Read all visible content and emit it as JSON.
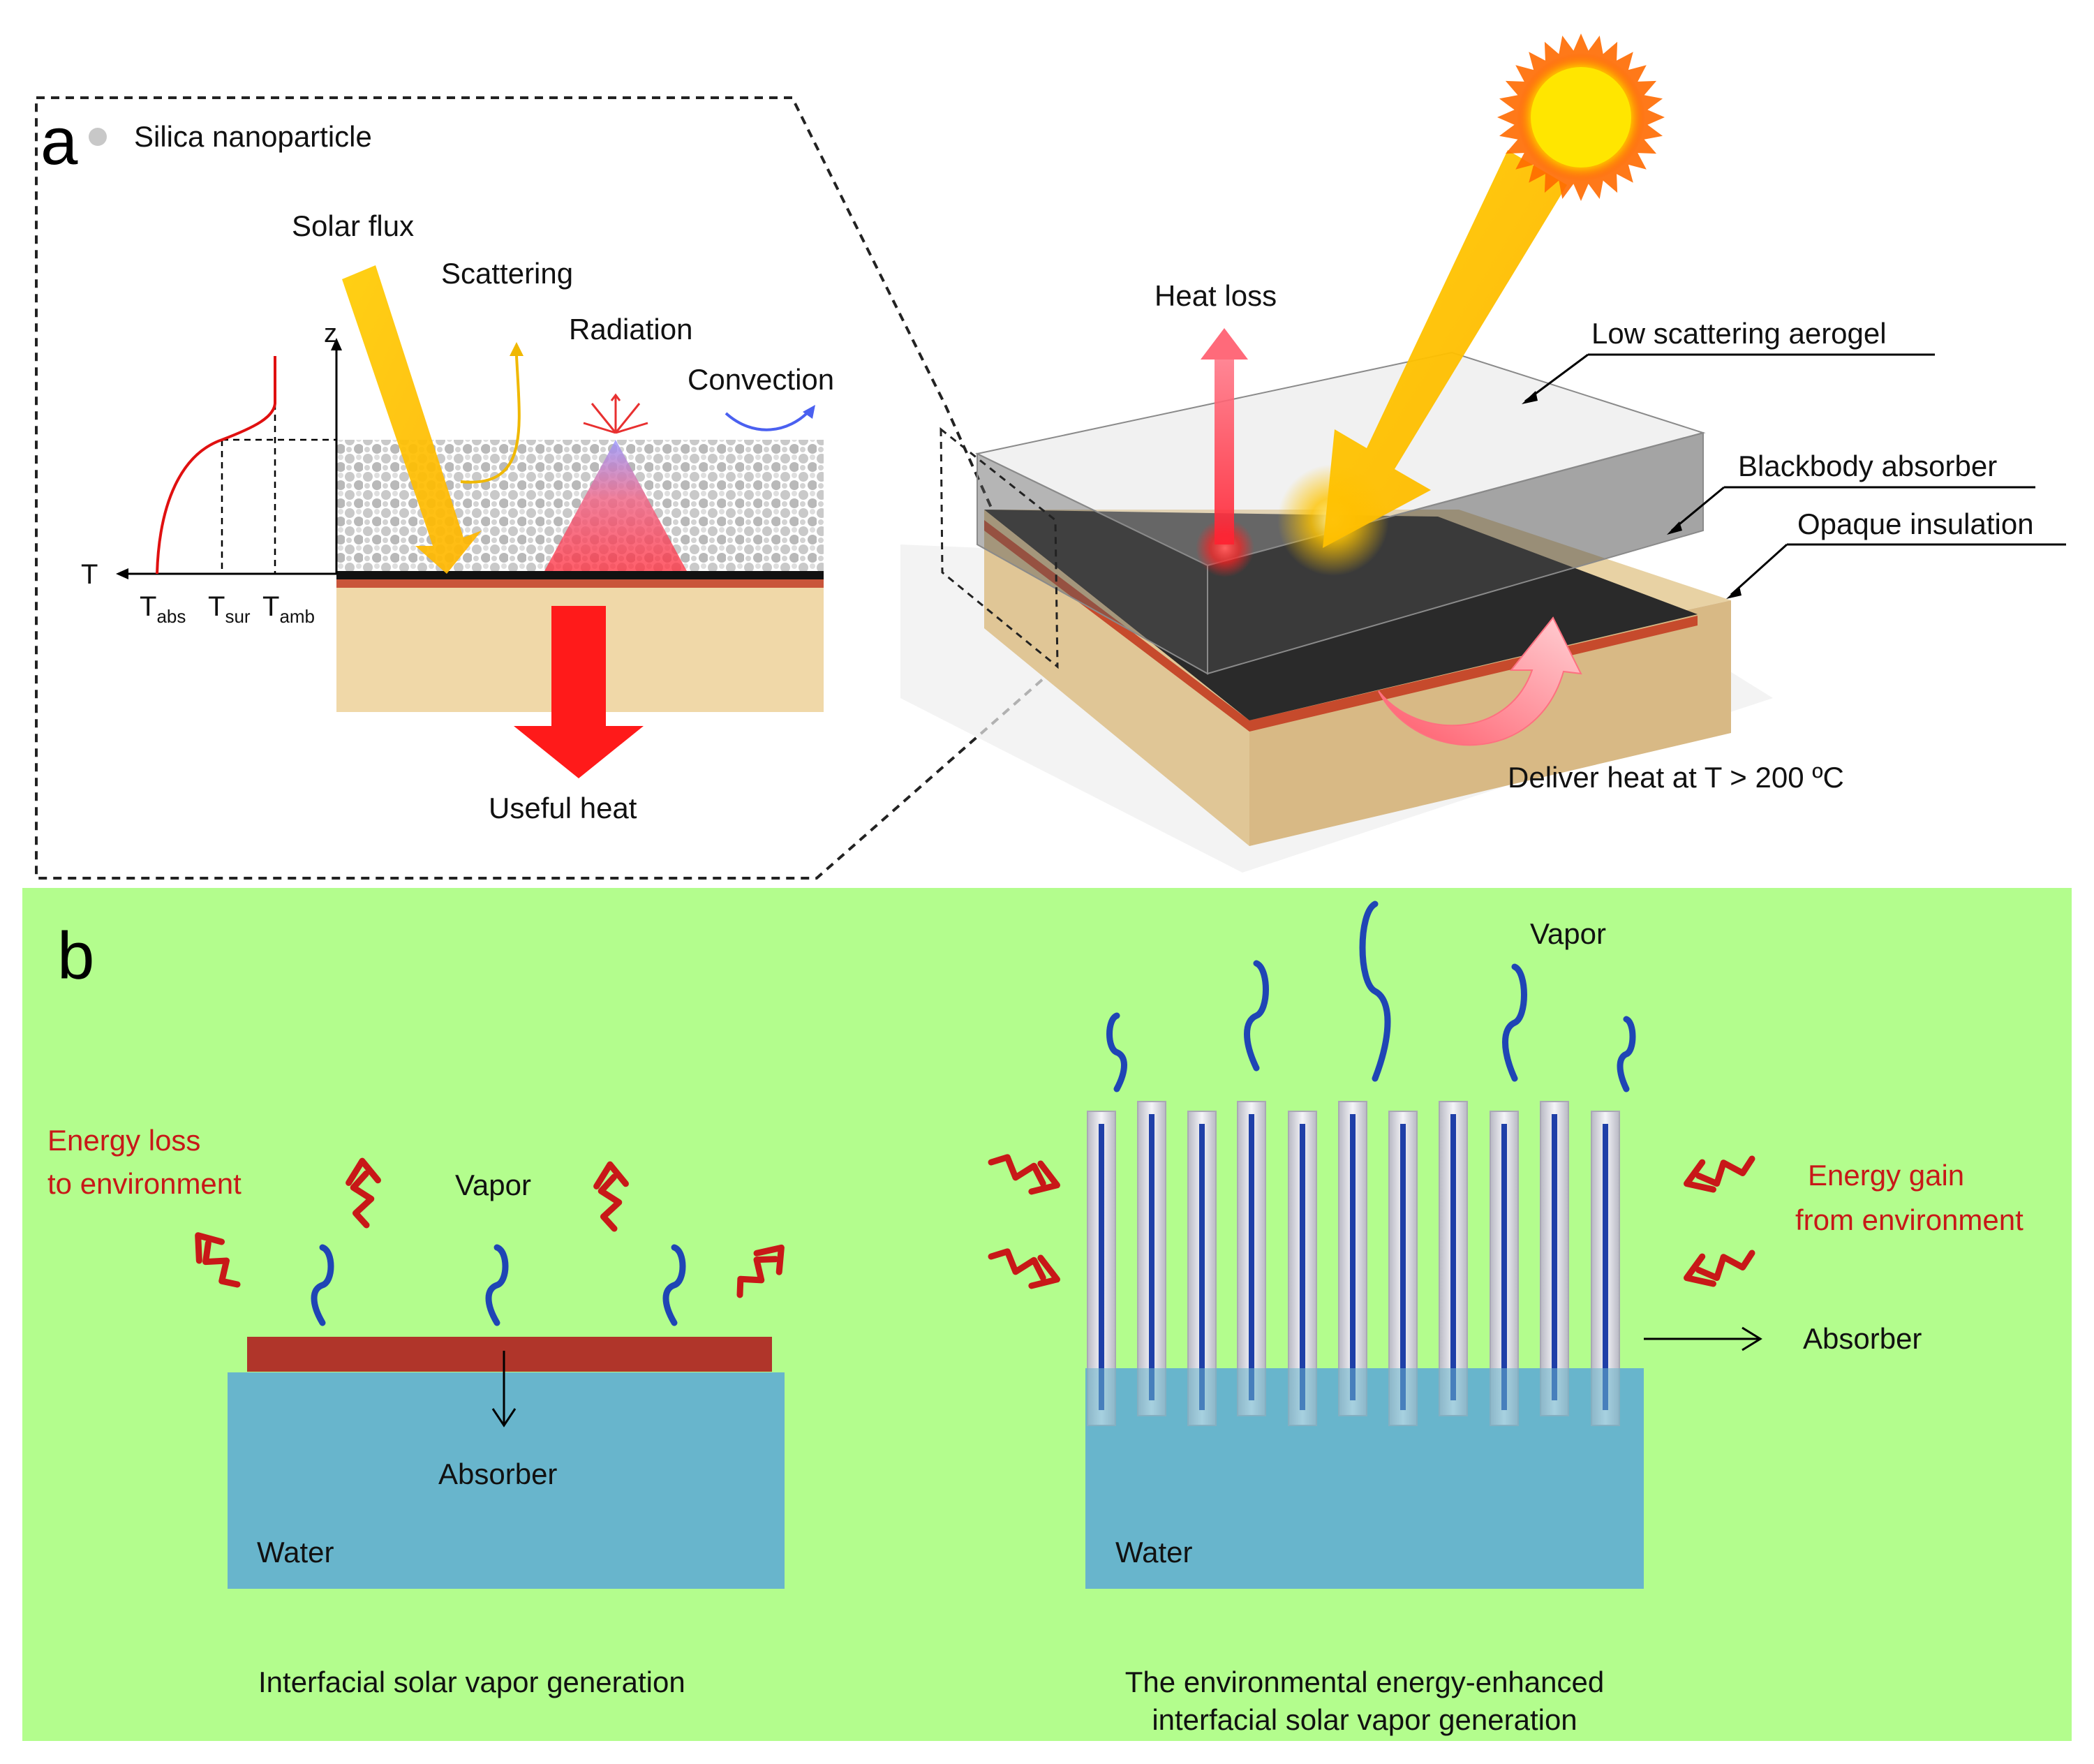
{
  "panel_a": {
    "letter": "a",
    "inset": {
      "legend": "Silica nanoparticle",
      "solar_flux": "Solar flux",
      "scattering": "Scattering",
      "radiation": "Radiation",
      "convection": "Convection",
      "axis_z": "z",
      "axis_t": "T",
      "t_abs_main": "T",
      "t_abs_sub": "abs",
      "t_sur_main": "T",
      "t_sur_sub": "sur",
      "t_amb_main": "T",
      "t_amb_sub": "amb",
      "useful_heat": "Useful heat"
    },
    "device": {
      "heat_loss": "Heat loss",
      "aerogel": "Low scattering aerogel",
      "absorber": "Blackbody absorber",
      "insulation": "Opaque insulation",
      "deliver": "Deliver heat at T > 200 ºC"
    }
  },
  "panel_b": {
    "letter": "b",
    "left": {
      "energy_loss_1": "Energy loss",
      "energy_loss_2": "to environment",
      "vapor": "Vapor",
      "absorber": "Absorber",
      "water": "Water",
      "caption": "Interfacial solar vapor generation"
    },
    "right": {
      "vapor": "Vapor",
      "energy_gain_1": "Energy gain",
      "energy_gain_2": "from environment",
      "absorber": "Absorber",
      "water": "Water",
      "caption_1": "The environmental energy-enhanced",
      "caption_2": "interfacial solar vapor generation"
    }
  },
  "colors": {
    "panel_b_bg": "#b3fd8d",
    "water": "#68b5cc",
    "absorber_plate": "#b0352a",
    "vapor_wave": "#1f45b5",
    "energy_text": "#c81818",
    "sun": "#ffd400",
    "solar_beam": "#ffc000",
    "heat_arrow": "#f01010",
    "insulation": "#f0d8a8"
  }
}
